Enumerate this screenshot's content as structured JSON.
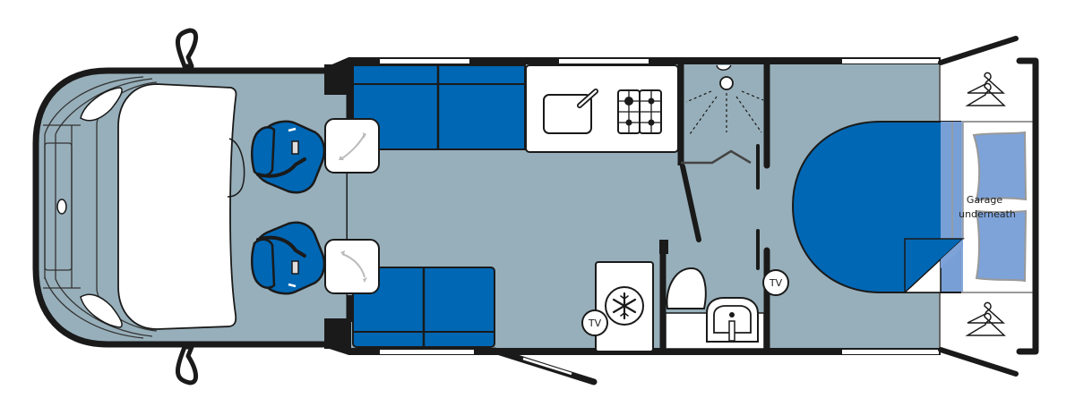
{
  "diagram": {
    "type": "motorhome-floor-plan",
    "colors": {
      "floor": "#97afba",
      "upholstery": "#0067b4",
      "rear_bed_overlay": "#7ea3d9",
      "wall": "#1a1a1a",
      "furniture": "#ffffff",
      "window": "#ffffff"
    },
    "labels": {
      "garage_line1": "Garage",
      "garage_line2": "underneath",
      "tv_kitchen": "TV",
      "tv_bedroom": "TV"
    },
    "zones": [
      {
        "id": "cab",
        "name": "Cab with swivel seats"
      },
      {
        "id": "lounge",
        "name": "Front lounge with sofas"
      },
      {
        "id": "kitchen",
        "name": "Kitchen with sink and 4-burner hob"
      },
      {
        "id": "fridge",
        "name": "Fridge"
      },
      {
        "id": "shower",
        "name": "Shower cubicle"
      },
      {
        "id": "washroom",
        "name": "Washroom with toilet and basin"
      },
      {
        "id": "bedroom",
        "name": "Rear island bed"
      },
      {
        "id": "wardrobes",
        "name": "Wardrobes"
      },
      {
        "id": "garage",
        "name": "Garage underneath"
      }
    ]
  }
}
